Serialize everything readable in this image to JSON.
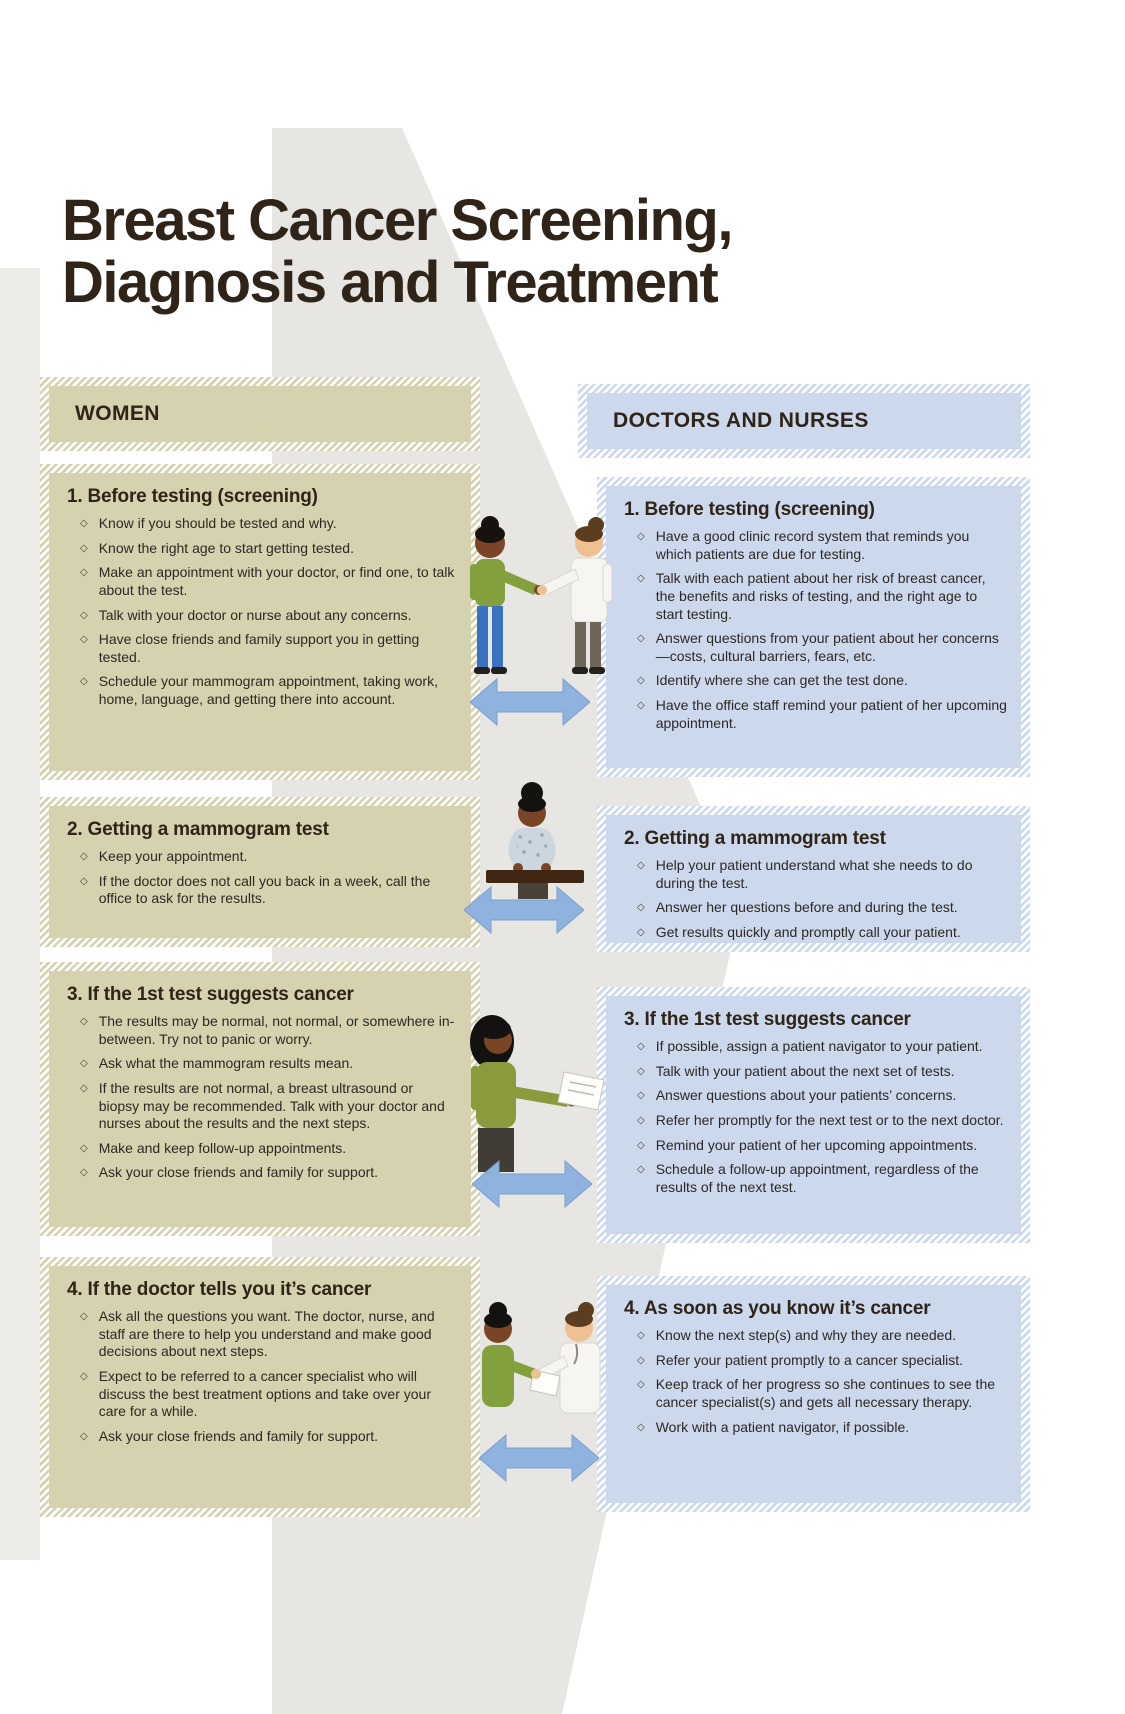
{
  "title": {
    "line1": "Breast Cancer Screening,",
    "line2": "Diagnosis and Treatment"
  },
  "icons": {
    "bullet": "◇"
  },
  "colors": {
    "ink": "#2f2417",
    "women-fill": "#d6d2af",
    "doctors-fill": "#ccd9ed",
    "arrow": "#8fb2de",
    "bg-shape": "#e8e6e2"
  },
  "women": {
    "header": "WOMEN",
    "sections": [
      {
        "heading": "1. Before testing (screening)",
        "bullets": [
          "Know if you should be tested and why.",
          "Know the right age to start getting tested.",
          "Make an appointment with your doctor, or find one, to talk about the test.",
          "Talk with your doctor or nurse about any concerns.",
          "Have close friends and family support you in getting tested.",
          "Schedule your mammogram appointment, taking work, home, language, and getting there into account."
        ]
      },
      {
        "heading": "2. Getting a mammogram test",
        "bullets": [
          "Keep your appointment.",
          "If the doctor does not call you back in a week, call the office to ask for the results."
        ]
      },
      {
        "heading": "3. If the 1st test suggests cancer",
        "bullets": [
          "The results may be normal, not normal, or somewhere in-between. Try not to panic or worry.",
          "Ask what the mammogram results mean.",
          "If the results are not normal, a breast ultrasound or biopsy may be recommended. Talk with your doctor and nurses about the results and the next steps.",
          "Make and keep follow-up appointments.",
          "Ask your close friends and family for support."
        ]
      },
      {
        "heading": "4. If the doctor tells you it’s cancer",
        "bullets": [
          "Ask all the questions you want. The doctor, nurse, and staff are there to help you understand and make good decisions about next steps.",
          "Expect to be referred to a cancer specialist who will discuss the best treatment options and take over your care for a while.",
          "Ask your close friends and family for support."
        ]
      }
    ]
  },
  "doctors": {
    "header": "DOCTORS AND NURSES",
    "sections": [
      {
        "heading": "1. Before testing (screening)",
        "bullets": [
          "Have a good clinic record system that reminds you which patients are due for testing.",
          "Talk with each patient about her risk of breast cancer, the benefits and risks of testing, and the right age to start testing.",
          "Answer questions from your patient about her concerns—costs, cultural barriers, fears, etc.",
          "Identify where she can get the test done.",
          "Have the office staff remind your patient of her upcoming appointment."
        ]
      },
      {
        "heading": "2. Getting a mammogram test",
        "bullets": [
          "Help your patient understand what she needs to do during the test.",
          "Answer her questions before and during the test.",
          "Get results quickly and promptly call your patient."
        ]
      },
      {
        "heading": "3. If the 1st test suggests cancer",
        "bullets": [
          "If possible, assign a patient navigator to your patient.",
          "Talk with your patient about the next set of tests.",
          "Answer questions about your patients’ concerns.",
          "Refer her promptly for the next test or to the next doctor.",
          "Remind your patient of her upcoming appointments.",
          "Schedule a follow-up appointment, regardless of the results of the next test."
        ]
      },
      {
        "heading": "4. As soon as you know it’s cancer",
        "bullets": [
          "Know the next step(s) and why they are needed.",
          "Refer your patient promptly to a cancer specialist.",
          "Keep track of her progress so she continues to see the cancer specialist(s) and gets all necessary therapy.",
          "Work with a patient navigator, if possible."
        ]
      }
    ]
  }
}
